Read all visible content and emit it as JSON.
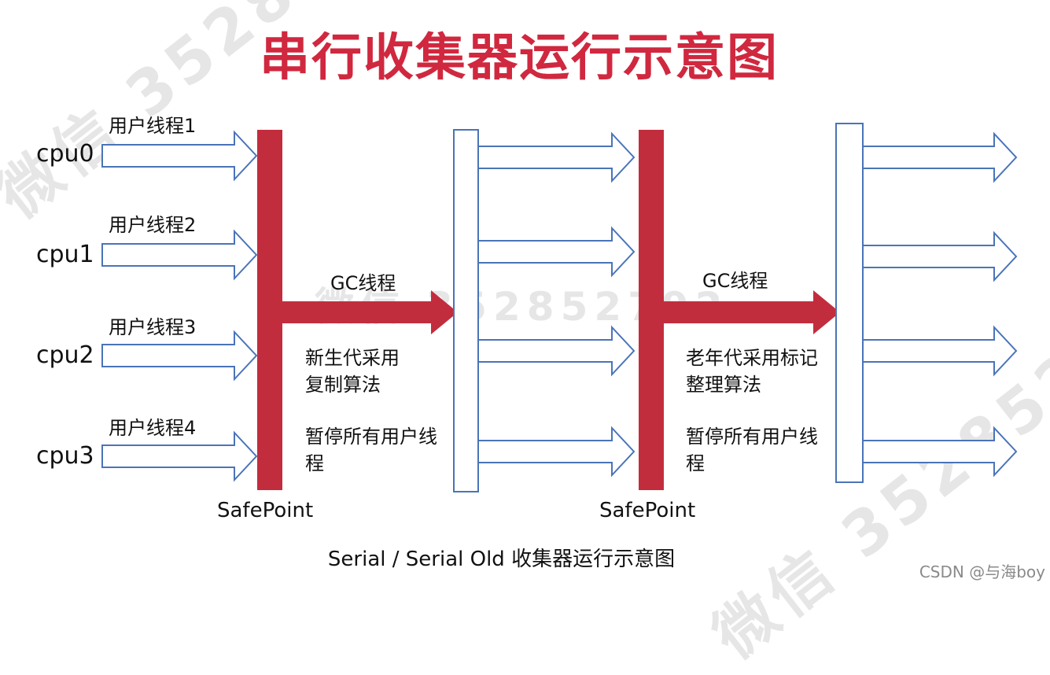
{
  "title": "串行收集器运行示意图",
  "cpus": [
    "cpu0",
    "cpu1",
    "cpu2",
    "cpu3"
  ],
  "user_threads": [
    "用户线程1",
    "用户线程2",
    "用户线程3",
    "用户线程4"
  ],
  "phases": [
    {
      "gc_label": "GC线程",
      "algorithm": "新生代采用复制算法",
      "pause": "暂停所有用户线程",
      "safepoint": "SafePoint"
    },
    {
      "gc_label": "GC线程",
      "algorithm": "老年代采用标记整理算法",
      "pause": "暂停所有用户线程",
      "safepoint": "SafePoint"
    }
  ],
  "caption": "Serial / Serial Old 收集器运行示意图",
  "credit": "CSDN @与海boy",
  "watermark": "微信 352852792",
  "colors": {
    "title": "#d0283f",
    "safepoint_bar": "#c22d3e",
    "arrow_outline": "#4a74b8"
  }
}
